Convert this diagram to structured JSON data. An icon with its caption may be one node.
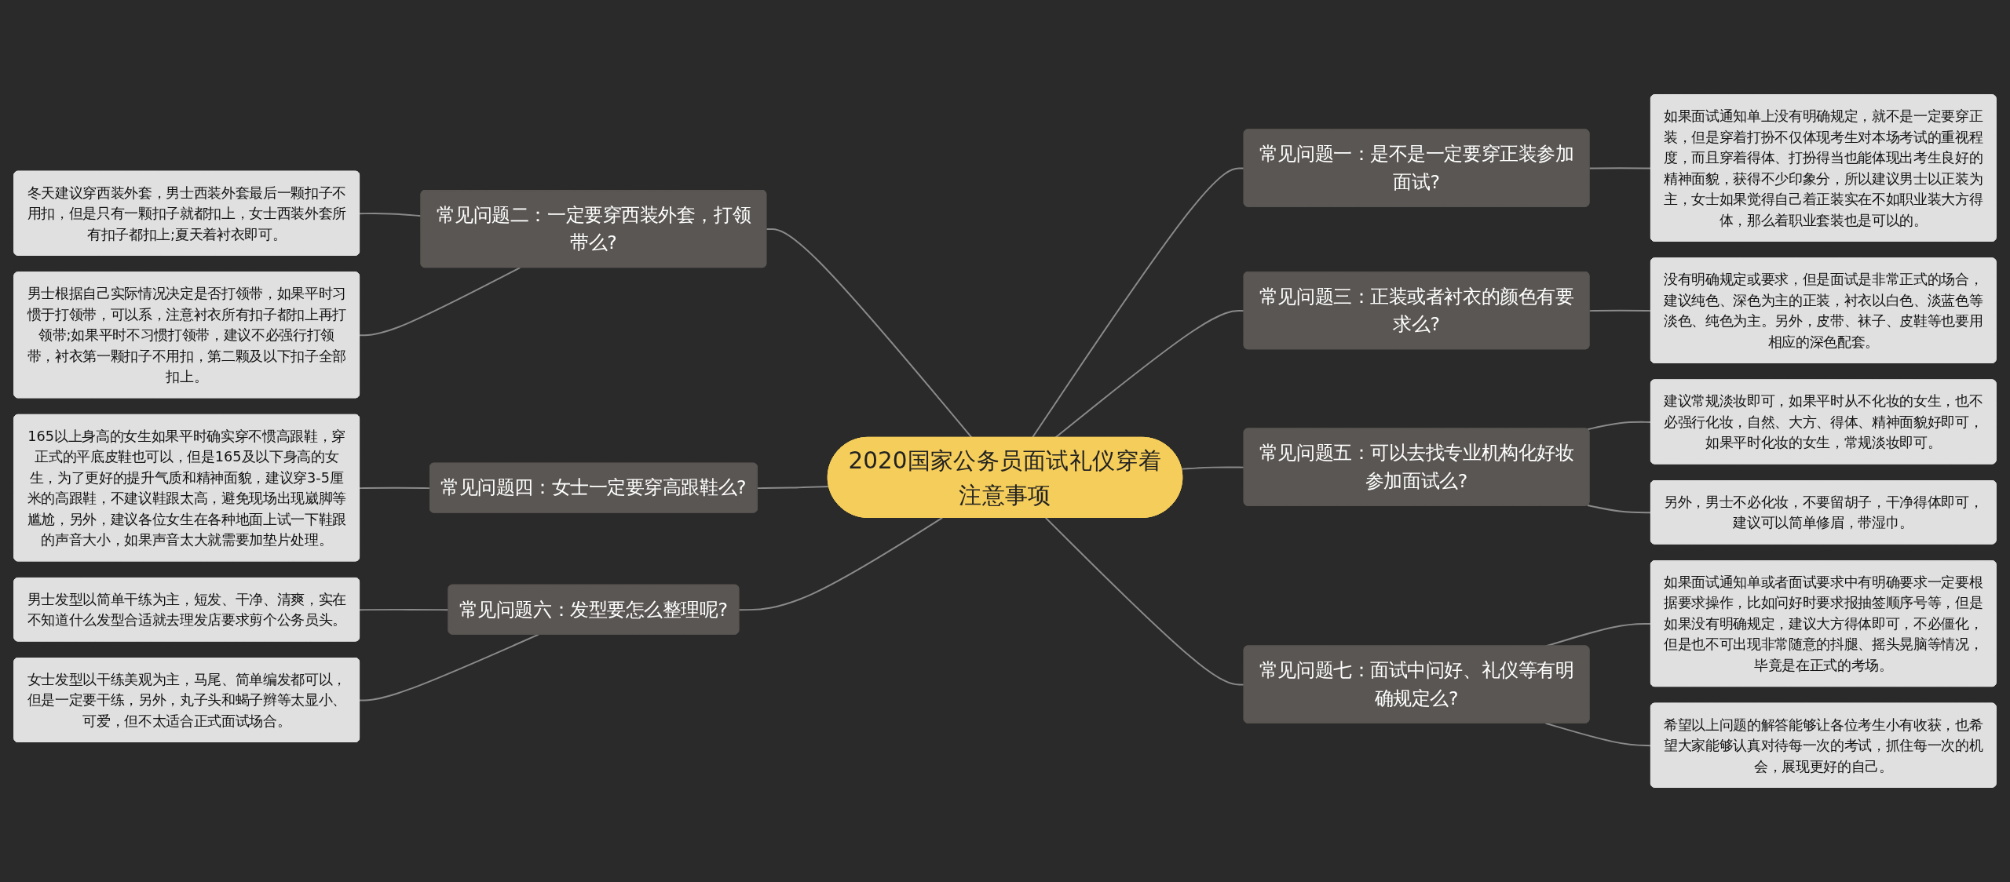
{
  "diagram": {
    "nodes": [
      {
        "text": [
          "2020国家公务员面试礼仪穿着注意事项"
        ]
      },
      {
        "text": [
          "常见问题一：是不是一定要穿正装参加面试?"
        ]
      },
      {
        "text": [
          "如果面试通知单上没有明确规定，就不是一定要穿正装，但是穿着打扮不仅体现考生对本场考试的重视程度，而且穿着得体、打扮得当也能体现出考生良好的精神面貌，获得不少印象分，所以建议男士以正装为主，女士如果觉得自己着正装实在不如职业装大方得体，那么着职业套装也是可以的。"
        ]
      },
      {
        "text": [
          "常见问题三：正装或者衬衣的颜色有要求么?"
        ]
      },
      {
        "text": [
          "没有明确规定或要求，但是面试是非常正式的场合，建议纯色、深色为主的正装，衬衣以白色、淡蓝色等淡色、纯色为主。另外，皮带、袜子、皮鞋等也要用相应的深色配套。"
        ]
      },
      {
        "text": [
          "常见问题五：可以去找专业机构化好妆参加面试么?"
        ]
      },
      {
        "text": [
          "建议常规淡妆即可，如果平时从不化妆的女生，也不必强行化妆，自然、大方、得体、精神面貌好即可，如果平时化妆的女生，常规淡妆即可。"
        ]
      },
      {
        "text": [
          "另外，男士不必化妆，不要留胡子，干净得体即可，建议可以简单修眉，带湿巾。"
        ]
      },
      {
        "text": [
          "常见问题七：面试中问好、礼仪等有明确规定么?"
        ]
      },
      {
        "text": [
          "如果面试通知单或者面试要求中有明确要求一定要根据要求操作，比如问好时要求报抽签顺序号等，但是如果没有明确规定，建议大方得体即可，不必僵化，但是也不可出现非常随意的抖腿、摇头晃脑等情况，毕竟是在正式的考场。"
        ]
      },
      {
        "text": [
          "希望以上问题的解答能够让各位考生小有收获，也希望大家能够认真对待每一次的考试，抓住每一次的机会，展现更好的自己。"
        ]
      },
      {
        "text": [
          "常见问题二：一定要穿西装外套，打领带么?"
        ]
      },
      {
        "text": [
          "冬天建议穿西装外套，男士西装外套最后一颗扣子不用扣，但是只有一颗扣子就都扣上，女士西装外套所有扣子都扣上;夏天着衬衣即可。"
        ]
      },
      {
        "text": [
          "男士根据自己实际情况决定是否打领带，如果平时习惯于打领带，可以系，注意衬衣所有扣子都扣上再打领带;如果平时不习惯打领带，建议不必强行打领带，衬衣第一颗扣子不用扣，第二颗及以下扣子全部扣上。"
        ]
      },
      {
        "text": [
          "常见问题四：女士一定要穿高跟鞋么?"
        ]
      },
      {
        "text": [
          "165以上身高的女生如果平时确实穿不惯高跟鞋，穿正式的平底皮鞋也可以，但是165及以下身高的女生，为了更好的提升气质和精神面貌，建议穿3-5厘米的高跟鞋，不建议鞋跟太高，避免现场出现崴脚等尴尬，另外，建议各位女生在各种地面上试一下鞋跟的声音大小，如果声音太大就需要加垫片处理。"
        ]
      },
      {
        "text": [
          "常见问题六：发型要怎么整理呢?"
        ]
      },
      {
        "text": [
          "男士发型以简单干练为主，短发、干净、清爽，实在不知道什么发型合适就去理发店要求剪个公务员头。"
        ]
      },
      {
        "text": [
          "女士发型以干练美观为主，马尾、简单编发都可以，但是一定要干练，另外，丸子头和蝎子辫等太显小、可爱，但不太适合正式面试场合。"
        ]
      }
    ],
    "edges": [
      {
        "from": 0,
        "to": 1,
        "arrow": "none"
      },
      {
        "from": 1,
        "to": 2,
        "arrow": "none"
      },
      {
        "from": 0,
        "to": 3,
        "arrow": "none"
      },
      {
        "from": 3,
        "to": 4,
        "arrow": "none"
      },
      {
        "from": 0,
        "to": 5,
        "arrow": "none"
      },
      {
        "from": 5,
        "to": 6,
        "arrow": "none"
      },
      {
        "from": 5,
        "to": 7,
        "arrow": "none"
      },
      {
        "from": 0,
        "to": 8,
        "arrow": "none"
      },
      {
        "from": 8,
        "to": 9,
        "arrow": "none"
      },
      {
        "from": 8,
        "to": 10,
        "arrow": "none"
      },
      {
        "from": 12,
        "to": 11,
        "arrow": "none"
      },
      {
        "from": 13,
        "to": 11,
        "arrow": "none"
      },
      {
        "from": 11,
        "to": 0,
        "arrow": "none"
      },
      {
        "from": 15,
        "to": 14,
        "arrow": "none"
      },
      {
        "from": 14,
        "to": 0,
        "arrow": "none"
      },
      {
        "from": 17,
        "to": 16,
        "arrow": "none"
      },
      {
        "from": 18,
        "to": 16,
        "arrow": "none"
      },
      {
        "from": 16,
        "to": 0,
        "arrow": "none"
      }
    ]
  }
}
